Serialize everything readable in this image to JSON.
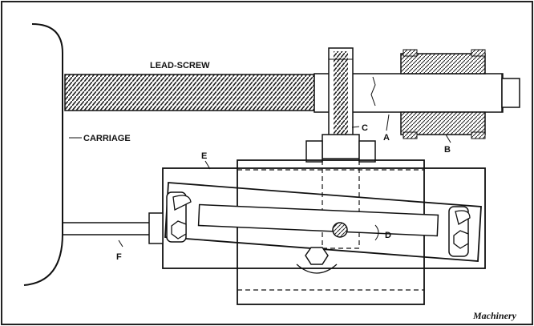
{
  "labels": {
    "lead_screw": "LEAD-SCREW",
    "carriage": "CARRIAGE",
    "a": "A",
    "b": "B",
    "c": "C",
    "d": "D",
    "e": "E",
    "f": "F"
  },
  "credit": "Machinery"
}
